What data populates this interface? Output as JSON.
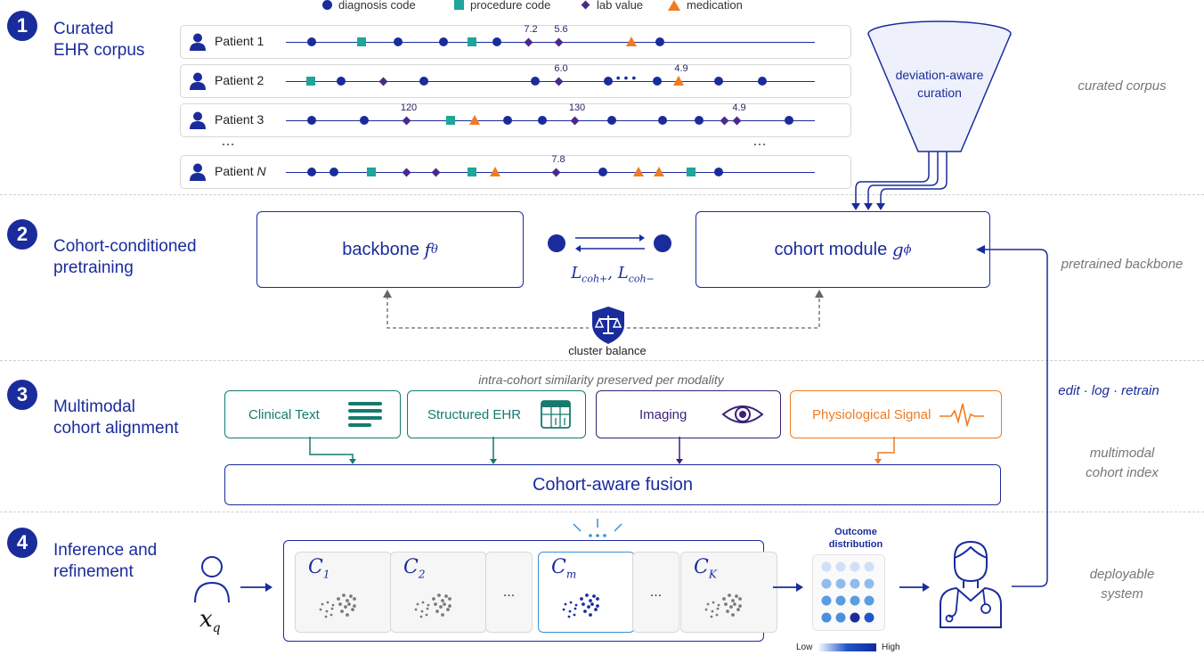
{
  "legend": [
    {
      "label": "diagnosis code",
      "icon": "circle-icon",
      "color": "#1a2c9c"
    },
    {
      "label": "procedure code",
      "icon": "square-icon",
      "color": "#1fa59a"
    },
    {
      "label": "lab value",
      "icon": "diamond-icon",
      "color": "#4b2a8c"
    },
    {
      "label": "medication",
      "icon": "triangle-icon",
      "color": "#f07c22"
    }
  ],
  "steps": [
    {
      "number": "1",
      "title_line1": "Curated",
      "title_line2": "EHR corpus"
    },
    {
      "number": "2",
      "title_line1": "Cohort-conditioned",
      "title_line2": "pretraining"
    },
    {
      "number": "3",
      "title_line1": "Multimodal",
      "title_line2": "cohort alignment"
    },
    {
      "number": "4",
      "title_line1": "Inference and",
      "title_line2": "refinement"
    }
  ],
  "patients": [
    {
      "name": "Patient 1",
      "values": [
        "7.2",
        "5.6"
      ]
    },
    {
      "name": "Patient 2",
      "values": [
        "6.0",
        "4.9"
      ]
    },
    {
      "name": "Patient 3",
      "values": [
        "120",
        "130",
        "4.9"
      ]
    },
    {
      "name_prefix": "Patient",
      "name_var": "N",
      "values": [
        "7.8"
      ]
    }
  ],
  "ellipsis": "…",
  "timeline_ellipsis": "• • •",
  "funnel_label_line1": "deviation-aware",
  "funnel_label_line2": "curation",
  "right_labels": {
    "curated_corpus": "curated corpus",
    "pretrained_backbone": "pretrained backbone",
    "edit_log_retrain": "edit · log · retrain",
    "multimodal_index_line1": "multimodal",
    "multimodal_index_line2": "cohort index",
    "deployable_line1": "deployable",
    "deployable_line2": "system"
  },
  "pretraining": {
    "backbone_label": "backbone",
    "backbone_symbol": "f",
    "backbone_sub": "θ",
    "cohort_module_label": "cohort module",
    "cohort_symbol": "g",
    "cohort_sub": "ϕ",
    "loss_text": "L",
    "loss_sub1": "coh+",
    "loss_sep": ",",
    "loss_sub2": "coh−",
    "cluster_balance": "cluster balance"
  },
  "alignment": {
    "caption": "intra-cohort similarity preserved per modality",
    "modalities": [
      {
        "label": "Clinical Text",
        "color": "#167b6e"
      },
      {
        "label": "Structured EHR",
        "color": "#167b6e"
      },
      {
        "label": "Imaging",
        "color": "#3b1f78"
      },
      {
        "label": "Physiological Signal",
        "color": "#f07c22"
      }
    ],
    "fusion_label": "Cohort-aware fusion"
  },
  "inference": {
    "query_symbol": "x",
    "query_sub": "q",
    "clusters": [
      {
        "sym": "C",
        "sub": "1"
      },
      {
        "sym": "C",
        "sub": "2"
      },
      {
        "sym": "C",
        "sub": "m"
      },
      {
        "sym": "C",
        "sub": "K"
      }
    ],
    "gap_ellipsis": "...",
    "outcome_line1": "Outcome",
    "outcome_line2": "distribution",
    "scale_low": "Low",
    "scale_high": "High"
  }
}
